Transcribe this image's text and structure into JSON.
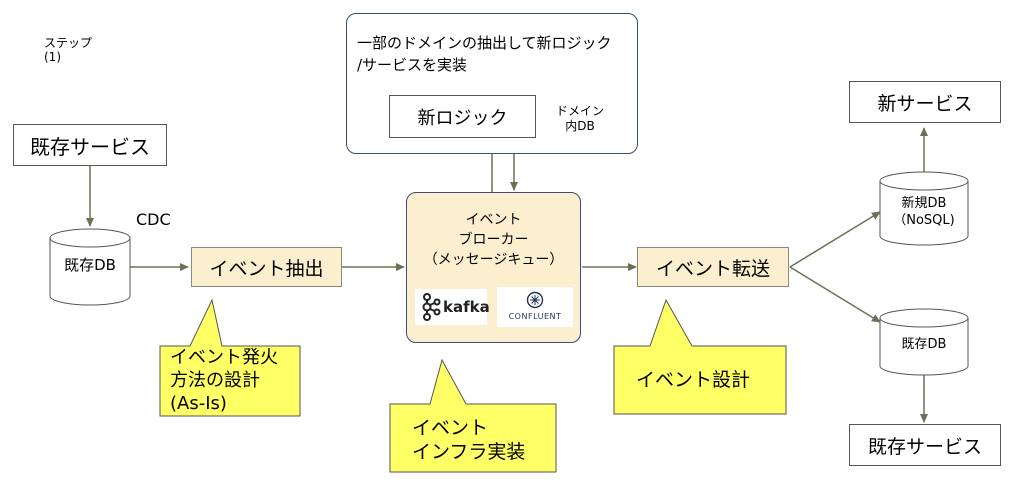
{
  "step_label": "ステップ",
  "step_number": "(1)",
  "existing_service_left": "既存サービス",
  "existing_db_left": "既存DB",
  "cdc_label": "CDC",
  "event_extract": "イベント抽出",
  "broker": {
    "line1": "イベント",
    "line2": "ブローカー",
    "line3": "（メッセージキュー）",
    "kafka_logo_text": "kafka",
    "confluent_logo_text": "CONFLUENT"
  },
  "event_transfer": "イベント転送",
  "domain_group": {
    "title_line1": "一部のドメインの抽出して新ロジック",
    "title_line2": "/サービスを実装",
    "new_logic": "新ロジック",
    "domain_db_line1": "ドメイン",
    "domain_db_line2": "内DB"
  },
  "new_service": "新サービス",
  "new_db_line1": "新規DB",
  "new_db_line2": "（NoSQL)",
  "existing_db_right": "既存DB",
  "existing_service_right": "既存サービス",
  "callouts": {
    "firing_line1": "イベント発火",
    "firing_line2": "方法の設計",
    "firing_line3": "(As-Is)",
    "infra_line1": "イベント",
    "infra_line2": "インフラ実装",
    "design": "イベント設計"
  },
  "colors": {
    "box_beige": "#fcefd0",
    "callout_yellow": "#ffff66",
    "arrow_olive": "#6b7157",
    "group_border": "#3b4d73"
  }
}
